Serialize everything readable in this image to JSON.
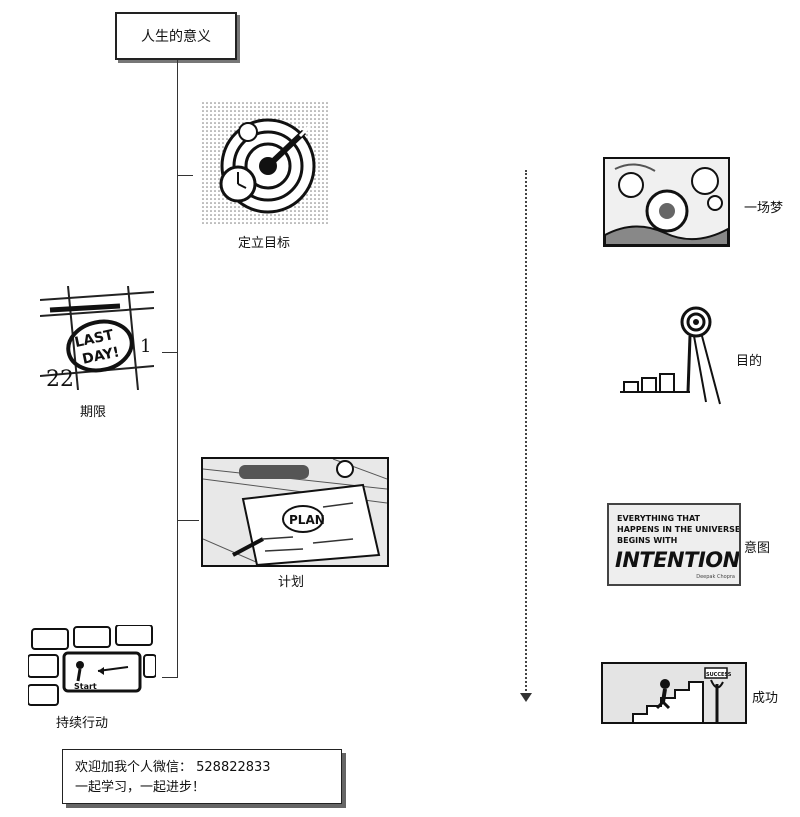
{
  "root": {
    "title": "人生的意义"
  },
  "left_branches": [
    {
      "label": "定立目标",
      "icon": "target-icon"
    },
    {
      "label": "期限",
      "icon": "calendar-icon"
    },
    {
      "label": "计划",
      "icon": "plan-icon"
    },
    {
      "label": "持续行动",
      "icon": "keyboard-icon"
    }
  ],
  "right_sequence": [
    {
      "label": "一场梦",
      "icon": "dream-icon"
    },
    {
      "label": "目的",
      "icon": "goal-target-icon"
    },
    {
      "label": "意图",
      "icon": "quote-icon"
    },
    {
      "label": "成功",
      "icon": "stairs-success-icon"
    }
  ],
  "calendar_text": {
    "day_left": "22",
    "day_right": "1",
    "circled_line1": "LAST",
    "circled_line2": "DAY!"
  },
  "plan_text": "PLAN",
  "quote": {
    "line1": "EVERYTHING THAT",
    "line2": "HAPPENS IN THE UNIVERSE",
    "line3": "BEGINS WITH",
    "line4": "INTENTION.\"",
    "author": "Deepak Chopra"
  },
  "keyboard_key": "Start",
  "stairs_sign": "SUCCESS",
  "note": {
    "line1": "欢迎加我个人微信：  528822833",
    "line2": "一起学习，一起进步！"
  }
}
